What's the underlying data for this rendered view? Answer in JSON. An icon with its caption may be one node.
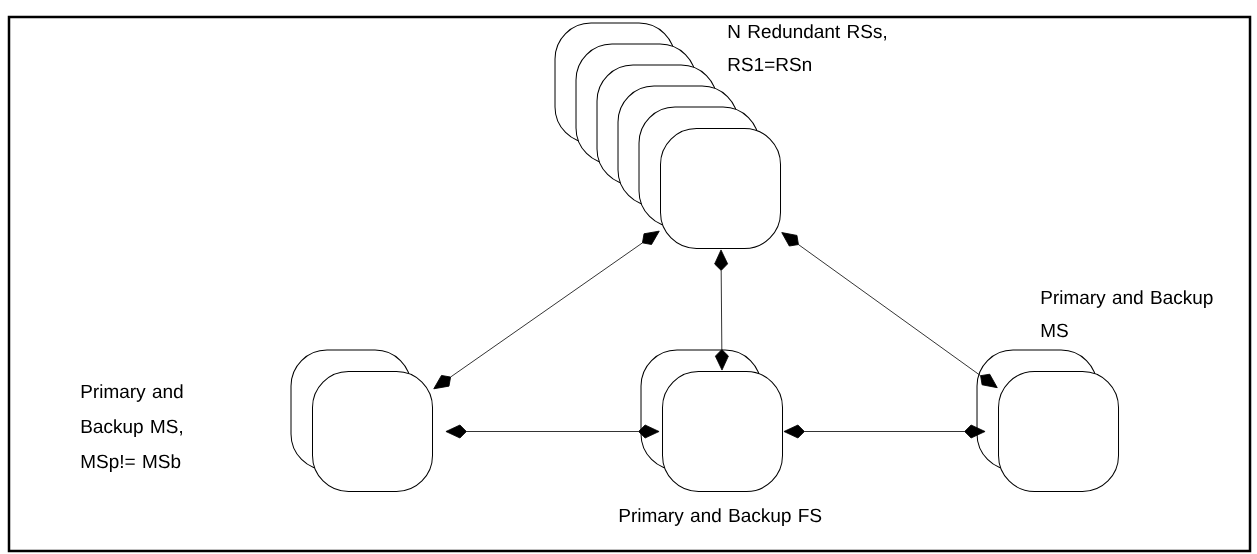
{
  "diagram": {
    "nodes": [
      {
        "text": [],
        "shape": "box",
        "beside": [
          "N Redundant RSs, RS1=RSn"
        ]
      },
      {
        "text": [],
        "shape": "box"
      },
      {
        "text": [],
        "shape": "box",
        "beside": [
          "Primary and Backup FS"
        ]
      },
      {
        "text": [],
        "shape": "box",
        "beside": [
          "Primary and Backup MS"
        ]
      }
    ],
    "edges": [
      {
        "from": 0,
        "to": 1,
        "arrow": "both"
      },
      {
        "from": 0,
        "to": 2,
        "arrow": "both"
      },
      {
        "from": 0,
        "to": 3,
        "arrow": "both"
      },
      {
        "from": 1,
        "to": 2,
        "arrow": "both"
      },
      {
        "from": 2,
        "to": 3,
        "arrow": "both"
      }
    ],
    "labels": [
      "Primary and Backup MS, MSp!= MSb"
    ]
  }
}
